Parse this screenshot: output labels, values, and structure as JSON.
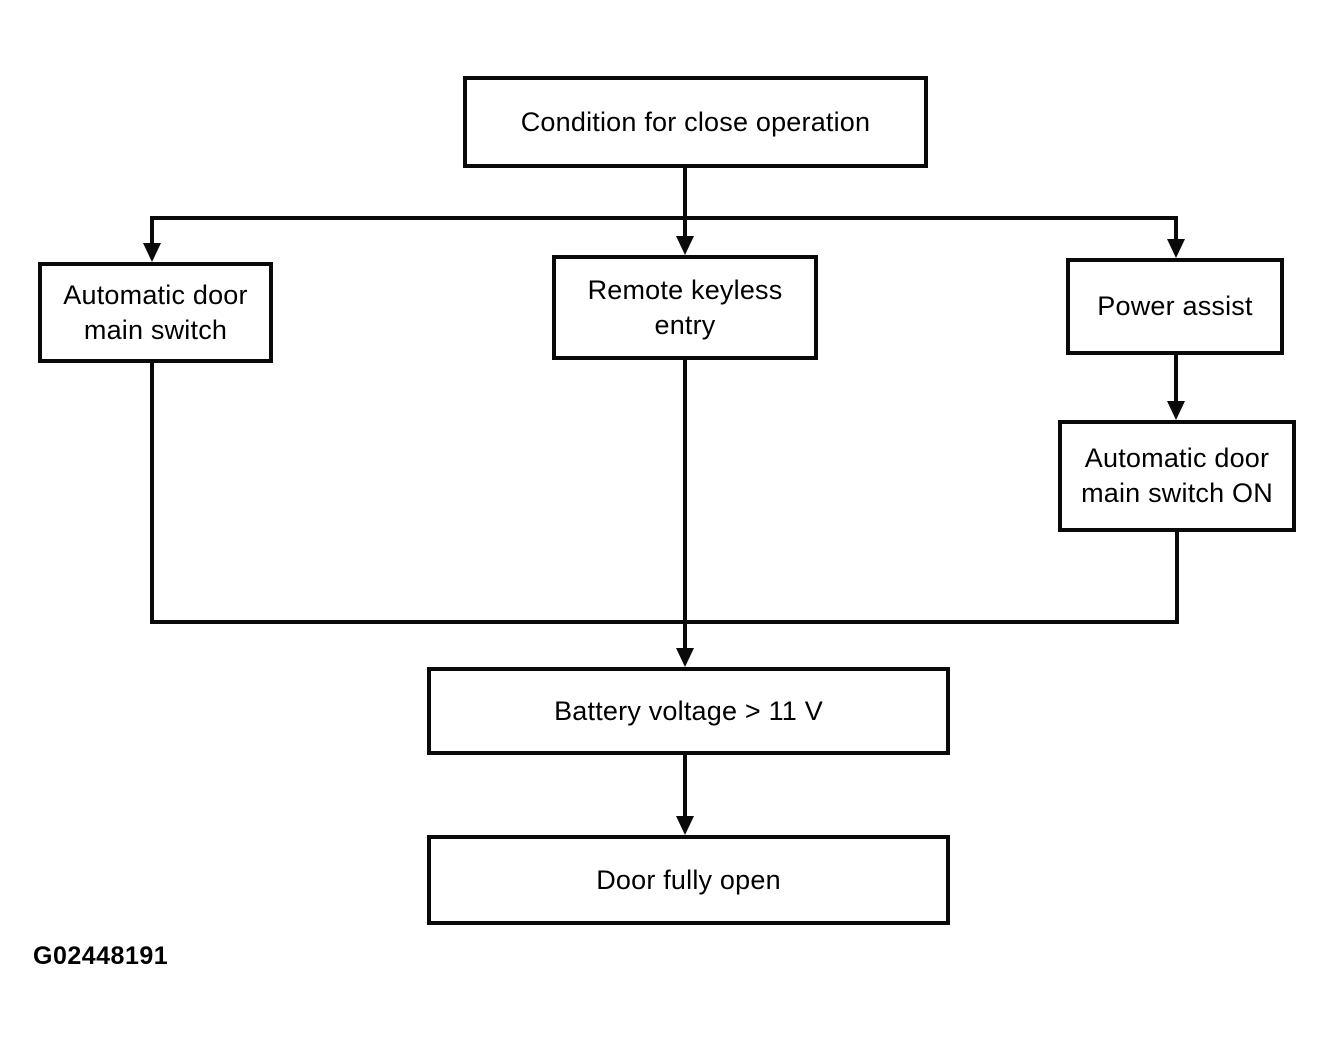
{
  "diagram": {
    "type": "flowchart",
    "nodes": {
      "condition": {
        "label": "Condition for close operation"
      },
      "auto_main_switch": {
        "label": "Automatic door\nmain switch"
      },
      "remote_keyless": {
        "label": "Remote keyless\nentry"
      },
      "power_assist": {
        "label": "Power assist"
      },
      "auto_main_switch_on": {
        "label": "Automatic door\nmain switch ON"
      },
      "battery_voltage": {
        "label": "Battery voltage > 11 V"
      },
      "door_fully_open": {
        "label": "Door fully open"
      }
    },
    "edges": [
      "condition -> auto_main_switch",
      "condition -> remote_keyless",
      "condition -> power_assist",
      "power_assist -> auto_main_switch_on",
      "auto_main_switch -> battery_voltage",
      "remote_keyless -> battery_voltage",
      "auto_main_switch_on -> battery_voltage",
      "battery_voltage -> door_fully_open"
    ],
    "figure_id": "G02448191",
    "colors": {
      "line": "#0a0a0a",
      "background": "#ffffff",
      "text": "#000000"
    }
  }
}
